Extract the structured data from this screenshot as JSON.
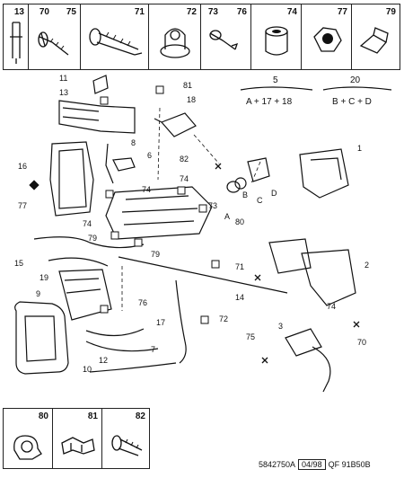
{
  "top_strip": {
    "cells": [
      {
        "number": "13",
        "icon": "spring-clip-icon"
      },
      {
        "number": "70",
        "icon": "screw-short-icon"
      },
      {
        "number": "75",
        "icon": "screw-long-icon"
      },
      {
        "number": "71",
        "icon": "rivet-icon"
      },
      {
        "number": "72",
        "icon": "grommet-icon"
      },
      {
        "number": "73",
        "icon": "pin-icon"
      },
      {
        "number": "76",
        "icon": "bush-icon"
      },
      {
        "number": "74",
        "icon": "plug-icon"
      },
      {
        "number": "77",
        "icon": "nut-icon"
      },
      {
        "number": "79",
        "icon": "clip-icon"
      }
    ]
  },
  "bottom_strip": {
    "cells": [
      {
        "number": "80",
        "icon": "cable-clip-icon"
      },
      {
        "number": "81",
        "icon": "retainer-icon"
      },
      {
        "number": "82",
        "icon": "screw-icon"
      }
    ]
  },
  "legend": {
    "kit_5": {
      "number": "5",
      "formula": "A + 17 + 18"
    },
    "kit_20": {
      "number": "20",
      "formula": "B + C + D"
    }
  },
  "callouts": {
    "c1": "1",
    "c2": "2",
    "c3": "3",
    "c6": "6",
    "c7": "7",
    "c8": "8",
    "c9": "9",
    "c10": "10",
    "c11": "11",
    "c12": "12",
    "c13": "13",
    "c14": "14",
    "c15": "15",
    "c16": "16",
    "c17": "17",
    "c18": "18",
    "c19": "19",
    "c70": "70",
    "c71": "71",
    "c72": "72",
    "c73": "73",
    "c74a": "74",
    "c74b": "74",
    "c74c": "74",
    "c74d": "74",
    "c75": "75",
    "c76": "76",
    "c77": "77",
    "c79a": "79",
    "c79b": "79",
    "c80": "80",
    "c81": "81",
    "c82": "82",
    "cA": "A",
    "cB": "B",
    "cC": "C",
    "cD": "D"
  },
  "footer": {
    "ref": "5842750A",
    "date": "04/98",
    "code": "QF 91B50B"
  }
}
